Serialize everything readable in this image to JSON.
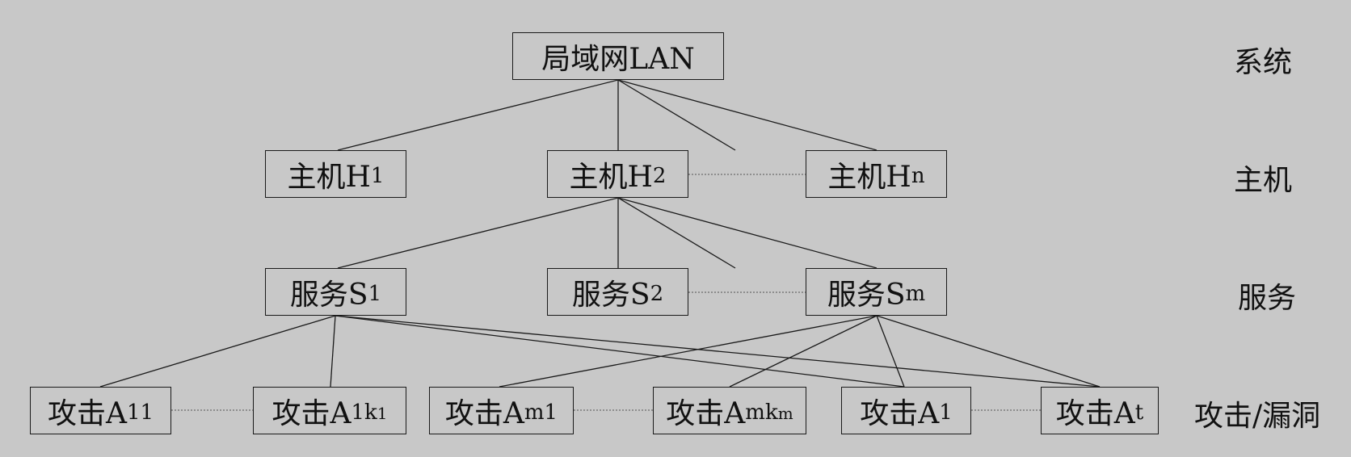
{
  "levels": {
    "system": "系统",
    "host": "主机",
    "service": "服务",
    "attack": "攻击/漏洞"
  },
  "nodes": {
    "lan": {
      "main": "局域网LAN",
      "sub": ""
    },
    "h1": {
      "main": "主机H",
      "sub": "1"
    },
    "h2": {
      "main": "主机H",
      "sub": "2"
    },
    "hn": {
      "main": "主机H",
      "sub": "n"
    },
    "s1": {
      "main": "服务S",
      "sub": "1"
    },
    "s2": {
      "main": "服务S",
      "sub": "2"
    },
    "sm": {
      "main": "服务S",
      "sub": "m"
    },
    "a11": {
      "main": "攻击A",
      "sub": "11"
    },
    "a1k1": {
      "main": "攻击A",
      "sub": "1k",
      "sub2": "1"
    },
    "am1": {
      "main": "攻击A",
      "sub": "m1"
    },
    "amkm": {
      "main": "攻击A",
      "sub": "mk",
      "sub2": "m"
    },
    "a1": {
      "main": "攻击A",
      "sub": "1"
    },
    "at": {
      "main": "攻击A",
      "sub": "t"
    }
  }
}
